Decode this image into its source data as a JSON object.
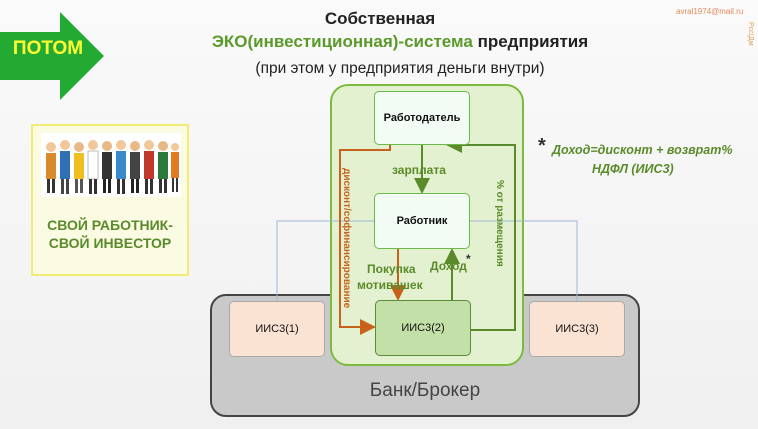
{
  "header": {
    "title_line1": "Собственная",
    "title_line2_green": "ЭКО(инвестиционная)-система",
    "title_line2_dark": "предприятия",
    "title_line3": "(при этом у предприятия деньги внутри)",
    "email": "avral1974@mail.ru",
    "side_text": "Pcc(Дм"
  },
  "arrow": {
    "label": "ПОТОМ"
  },
  "left_panel": {
    "caption": "СВОЙ РАБОТНИК- СВОЙ ИНВЕСТОР"
  },
  "diagram": {
    "employer": "Работодатель",
    "worker": "Работник",
    "iis1": "ИИС3(1)",
    "iis2": "ИИС3(2)",
    "iis3": "ИИС3(3)",
    "bank": "Банк/Брокер",
    "salary": "зарплата",
    "discount": "дисконт/софинансирование",
    "placement": "% от размещения",
    "purchase_line1": "Покупка",
    "purchase_line2": "мотивашек",
    "income_label": "Доход",
    "star": "*"
  },
  "note": {
    "star": "*",
    "line1": "Доход=дисконт + возврат%",
    "line2": "НДФЛ (ИИС3)"
  },
  "colors": {
    "green": "#5a9a2a",
    "orange": "#c8621a",
    "bank_gray": "#c9c9c9",
    "arrow_green": "#22aa33"
  }
}
